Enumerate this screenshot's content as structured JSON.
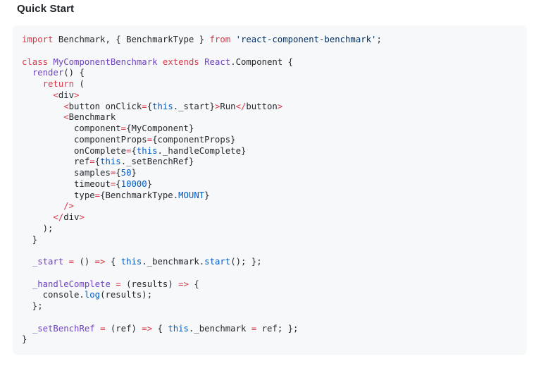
{
  "heading": {
    "text": "Quick Start"
  },
  "code_block": {
    "language": "jsx",
    "background": "#f6f8fa",
    "token_colors": {
      "k": "#d73a49",
      "e": "#6f42c1",
      "c": "#005cc5",
      "s": "#032f62",
      "p": "#24292e"
    },
    "lines": [
      [
        [
          "k",
          "import"
        ],
        [
          "p",
          " Benchmark, { BenchmarkType } "
        ],
        [
          "k",
          "from"
        ],
        [
          "p",
          " "
        ],
        [
          "s",
          "'react-component-benchmark'"
        ],
        [
          "p",
          ";"
        ]
      ],
      [],
      [
        [
          "k",
          "class"
        ],
        [
          "p",
          " "
        ],
        [
          "e",
          "MyComponentBenchmark"
        ],
        [
          "p",
          " "
        ],
        [
          "k",
          "extends"
        ],
        [
          "p",
          " "
        ],
        [
          "e",
          "React"
        ],
        [
          "p",
          ".Component {"
        ]
      ],
      [
        [
          "p",
          "  "
        ],
        [
          "e",
          "render"
        ],
        [
          "p",
          "() {"
        ]
      ],
      [
        [
          "p",
          "    "
        ],
        [
          "k",
          "return"
        ],
        [
          "p",
          " ("
        ]
      ],
      [
        [
          "p",
          "      "
        ],
        [
          "k",
          "<"
        ],
        [
          "p",
          "div"
        ],
        [
          "k",
          ">"
        ]
      ],
      [
        [
          "p",
          "        "
        ],
        [
          "k",
          "<"
        ],
        [
          "p",
          "button onClick"
        ],
        [
          "k",
          "="
        ],
        [
          "p",
          "{"
        ],
        [
          "c",
          "this"
        ],
        [
          "p",
          "._start}"
        ],
        [
          "k",
          ">"
        ],
        [
          "p",
          "Run"
        ],
        [
          "k",
          "</"
        ],
        [
          "p",
          "button"
        ],
        [
          "k",
          ">"
        ]
      ],
      [
        [
          "p",
          "        "
        ],
        [
          "k",
          "<"
        ],
        [
          "p",
          "Benchmark"
        ]
      ],
      [
        [
          "p",
          "          component"
        ],
        [
          "k",
          "="
        ],
        [
          "p",
          "{MyComponent}"
        ]
      ],
      [
        [
          "p",
          "          componentProps"
        ],
        [
          "k",
          "="
        ],
        [
          "p",
          "{componentProps}"
        ]
      ],
      [
        [
          "p",
          "          onComplete"
        ],
        [
          "k",
          "="
        ],
        [
          "p",
          "{"
        ],
        [
          "c",
          "this"
        ],
        [
          "p",
          "._handleComplete}"
        ]
      ],
      [
        [
          "p",
          "          ref"
        ],
        [
          "k",
          "="
        ],
        [
          "p",
          "{"
        ],
        [
          "c",
          "this"
        ],
        [
          "p",
          "._setBenchRef}"
        ]
      ],
      [
        [
          "p",
          "          samples"
        ],
        [
          "k",
          "="
        ],
        [
          "p",
          "{"
        ],
        [
          "c",
          "50"
        ],
        [
          "p",
          "}"
        ]
      ],
      [
        [
          "p",
          "          timeout"
        ],
        [
          "k",
          "="
        ],
        [
          "p",
          "{"
        ],
        [
          "c",
          "10000"
        ],
        [
          "p",
          "}"
        ]
      ],
      [
        [
          "p",
          "          type"
        ],
        [
          "k",
          "="
        ],
        [
          "p",
          "{BenchmarkType."
        ],
        [
          "c",
          "MOUNT"
        ],
        [
          "p",
          "}"
        ]
      ],
      [
        [
          "p",
          "        "
        ],
        [
          "k",
          "/>"
        ]
      ],
      [
        [
          "p",
          "      "
        ],
        [
          "k",
          "</"
        ],
        [
          "p",
          "div"
        ],
        [
          "k",
          ">"
        ]
      ],
      [
        [
          "p",
          "    );"
        ]
      ],
      [
        [
          "p",
          "  }"
        ]
      ],
      [],
      [
        [
          "p",
          "  "
        ],
        [
          "e",
          "_start"
        ],
        [
          "p",
          " "
        ],
        [
          "k",
          "="
        ],
        [
          "p",
          " () "
        ],
        [
          "k",
          "=>"
        ],
        [
          "p",
          " { "
        ],
        [
          "c",
          "this"
        ],
        [
          "p",
          "._benchmark."
        ],
        [
          "c",
          "start"
        ],
        [
          "p",
          "(); };"
        ]
      ],
      [],
      [
        [
          "p",
          "  "
        ],
        [
          "e",
          "_handleComplete"
        ],
        [
          "p",
          " "
        ],
        [
          "k",
          "="
        ],
        [
          "p",
          " (results) "
        ],
        [
          "k",
          "=>"
        ],
        [
          "p",
          " {"
        ]
      ],
      [
        [
          "p",
          "    console."
        ],
        [
          "c",
          "log"
        ],
        [
          "p",
          "(results);"
        ]
      ],
      [
        [
          "p",
          "  };"
        ]
      ],
      [],
      [
        [
          "p",
          "  "
        ],
        [
          "e",
          "_setBenchRef"
        ],
        [
          "p",
          " "
        ],
        [
          "k",
          "="
        ],
        [
          "p",
          " (ref) "
        ],
        [
          "k",
          "=>"
        ],
        [
          "p",
          " { "
        ],
        [
          "c",
          "this"
        ],
        [
          "p",
          "._benchmark "
        ],
        [
          "k",
          "="
        ],
        [
          "p",
          " ref; };"
        ]
      ],
      [
        [
          "p",
          "}"
        ]
      ]
    ]
  }
}
